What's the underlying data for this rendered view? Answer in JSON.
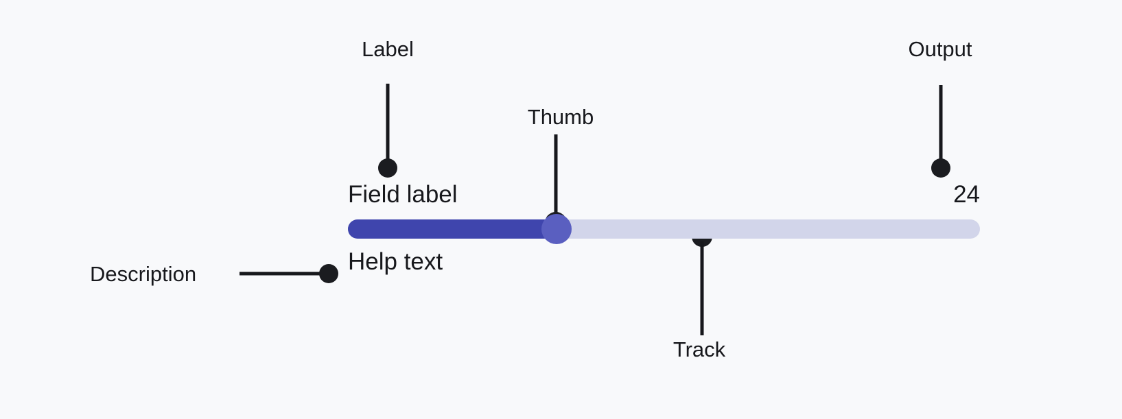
{
  "canvas": {
    "background": "#f8f9fb",
    "annotation_color": "#17181c"
  },
  "slider": {
    "label": "Field label",
    "help_text": "Help text",
    "output_value": "24",
    "value": 24,
    "min": 0,
    "max": 100,
    "fill_percent": 33,
    "colors": {
      "fill": "#3f45ad",
      "track": "#d2d5ea",
      "thumb": "#5a5fc0"
    }
  },
  "annotations": [
    {
      "id": "label",
      "text": "Label"
    },
    {
      "id": "thumb",
      "text": "Thumb"
    },
    {
      "id": "output",
      "text": "Output"
    },
    {
      "id": "track",
      "text": "Track"
    },
    {
      "id": "description",
      "text": "Description"
    }
  ]
}
